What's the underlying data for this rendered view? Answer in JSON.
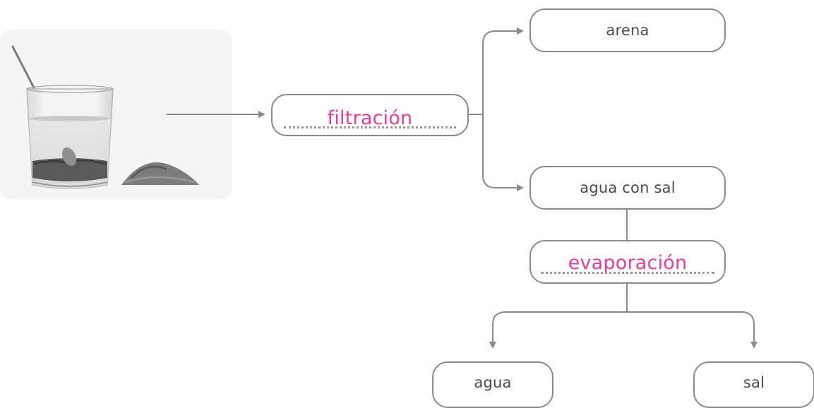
{
  "diagram": {
    "step1": {
      "answer": "filtración"
    },
    "result_top": {
      "label": "arena"
    },
    "result_middle": {
      "label": "agua con sal"
    },
    "step2": {
      "answer": "evaporación"
    },
    "result_left": {
      "label": "agua"
    },
    "result_right": {
      "label": "sal"
    }
  },
  "colors": {
    "answer": "#ec3c97",
    "line": "#8a8a8a",
    "box_border": "#8a8a8a",
    "text": "#4a4a4a"
  },
  "icons": {
    "photo": "glass-of-water-with-spoon-and-sand-pile-icon"
  }
}
